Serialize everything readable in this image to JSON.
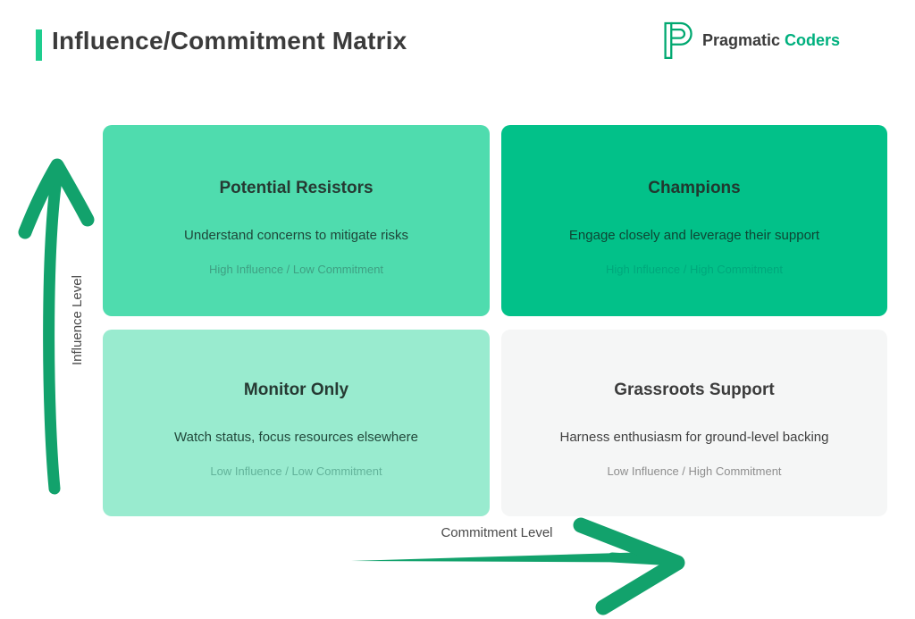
{
  "header": {
    "title": "Influence/Commitment Matrix",
    "accent_color": "#1ECD8E",
    "logo": {
      "icon": "pragmatic-coders-p-icon",
      "icon_color": "#00A870",
      "name_part1": "Pragmatic",
      "name_part2": "Coders",
      "name_part1_color": "#3B3B3B",
      "name_part2_color": "#00B07E"
    }
  },
  "axes": {
    "y": {
      "label": "Influence Level",
      "direction": "up"
    },
    "x": {
      "label": "Commitment Level",
      "direction": "right"
    },
    "arrow_color": "#12A26C",
    "label_color": "#4A4A4A"
  },
  "quadrants": [
    {
      "id": "potential-resistors",
      "title": "Potential Resistors",
      "description": "Understand concerns to mitigate risks",
      "tag": "High Influence / Low Commitment",
      "bg": "#4FDCAE",
      "title_color": "#263A33",
      "desc_color": "#1E4639",
      "tag_color": "#3FA083"
    },
    {
      "id": "champions",
      "title": "Champions",
      "description": "Engage closely and leverage their support",
      "tag": "High Influence / High Commitment",
      "bg": "#02C189",
      "title_color": "#21382F",
      "desc_color": "#0E4634",
      "tag_color": "#00A87C"
    },
    {
      "id": "monitor-only",
      "title": "Monitor Only",
      "description": "Watch status, focus resources elsewhere",
      "tag": "Low Influence / Low Commitment",
      "bg": "#99EBCF",
      "title_color": "#263A33",
      "desc_color": "#22493C",
      "tag_color": "#62B39A"
    },
    {
      "id": "grassroots-support",
      "title": "Grassroots Support",
      "description": "Harness enthusiasm for ground-level backing",
      "tag": "Low Influence / High Commitment",
      "bg": "#F5F6F6",
      "title_color": "#3C3C3C",
      "desc_color": "#404040",
      "tag_color": "#8E8E8E"
    }
  ]
}
